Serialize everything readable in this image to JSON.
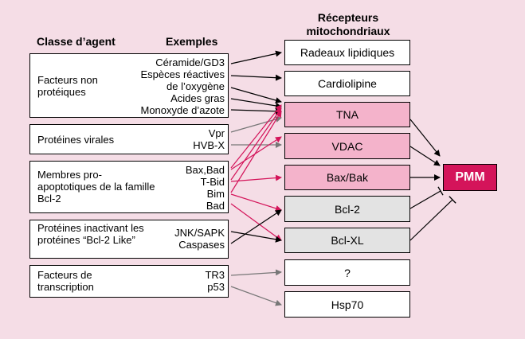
{
  "headers": {
    "agent_class": "Classe d’agent",
    "examples": "Exemples",
    "receptors": "Récepteurs mitochondriaux"
  },
  "groups": [
    {
      "label": "Facteurs non protéiques",
      "examples": [
        "Céramide/GD3",
        "Espèces réactives",
        "de l’oxygène",
        "Acides gras",
        "Monoxyde d’azote"
      ]
    },
    {
      "label": "Protéines virales",
      "examples": [
        "Vpr",
        "HVB-X"
      ]
    },
    {
      "label": "Membres pro-apoptotiques de la famille Bcl-2",
      "examples": [
        "Bax,Bad",
        "T-Bid",
        "Bim",
        "Bad"
      ]
    },
    {
      "label": "Protéines inactivant les protéines “Bcl-2 Like”",
      "examples": [
        "JNK/SAPK",
        "Caspases"
      ]
    },
    {
      "label": "Facteurs de transcription",
      "examples": [
        "TR3",
        "p53"
      ]
    }
  ],
  "receptors": [
    "Radeaux lipidiques",
    "Cardiolipine",
    "TNA",
    "VDAC",
    "Bax/Bak",
    "Bcl-2",
    "Bcl-XL",
    "?",
    "Hsp70"
  ],
  "target": "PMM",
  "colors": {
    "background": "#f5dde6",
    "pink_fill": "#f4b3cb",
    "grey_fill": "#e3e3e3",
    "magenta": "#d4145a",
    "grey_arrow": "#777777"
  }
}
